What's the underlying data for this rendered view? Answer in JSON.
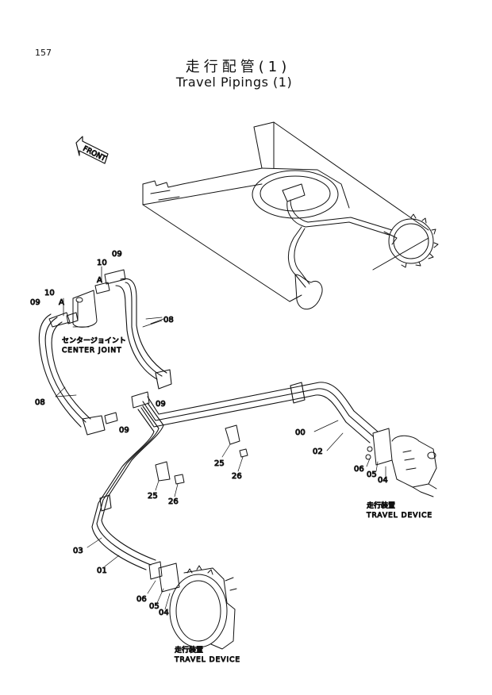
{
  "page_number": "157",
  "title_jp": "走行配管(1)",
  "title_en": "Travel Pipings (1)",
  "front_label": "FRONT",
  "center_joint": {
    "jp": "センタージョイント",
    "en": "CENTER JOINT"
  },
  "travel_device_right": {
    "jp": "走行装置",
    "en": "TRAVEL DEVICE"
  },
  "travel_device_left": {
    "jp": "走行装置",
    "en": "TRAVEL DEVICE"
  },
  "part_labels": {
    "p09a": "09",
    "p10a": "10",
    "pAa": "A",
    "p10b": "10",
    "p09b": "09",
    "pAb": "A",
    "p08a": "08",
    "p08b": "08",
    "p09c": "09",
    "p09d": "09",
    "p00": "00",
    "p02": "02",
    "p06a": "06",
    "p05a": "05",
    "p04a": "04",
    "p25a": "25",
    "p26a": "26",
    "p25b": "25",
    "p26b": "26",
    "p03": "03",
    "p01": "01",
    "p06b": "06",
    "p05b": "05",
    "p04b": "04"
  }
}
